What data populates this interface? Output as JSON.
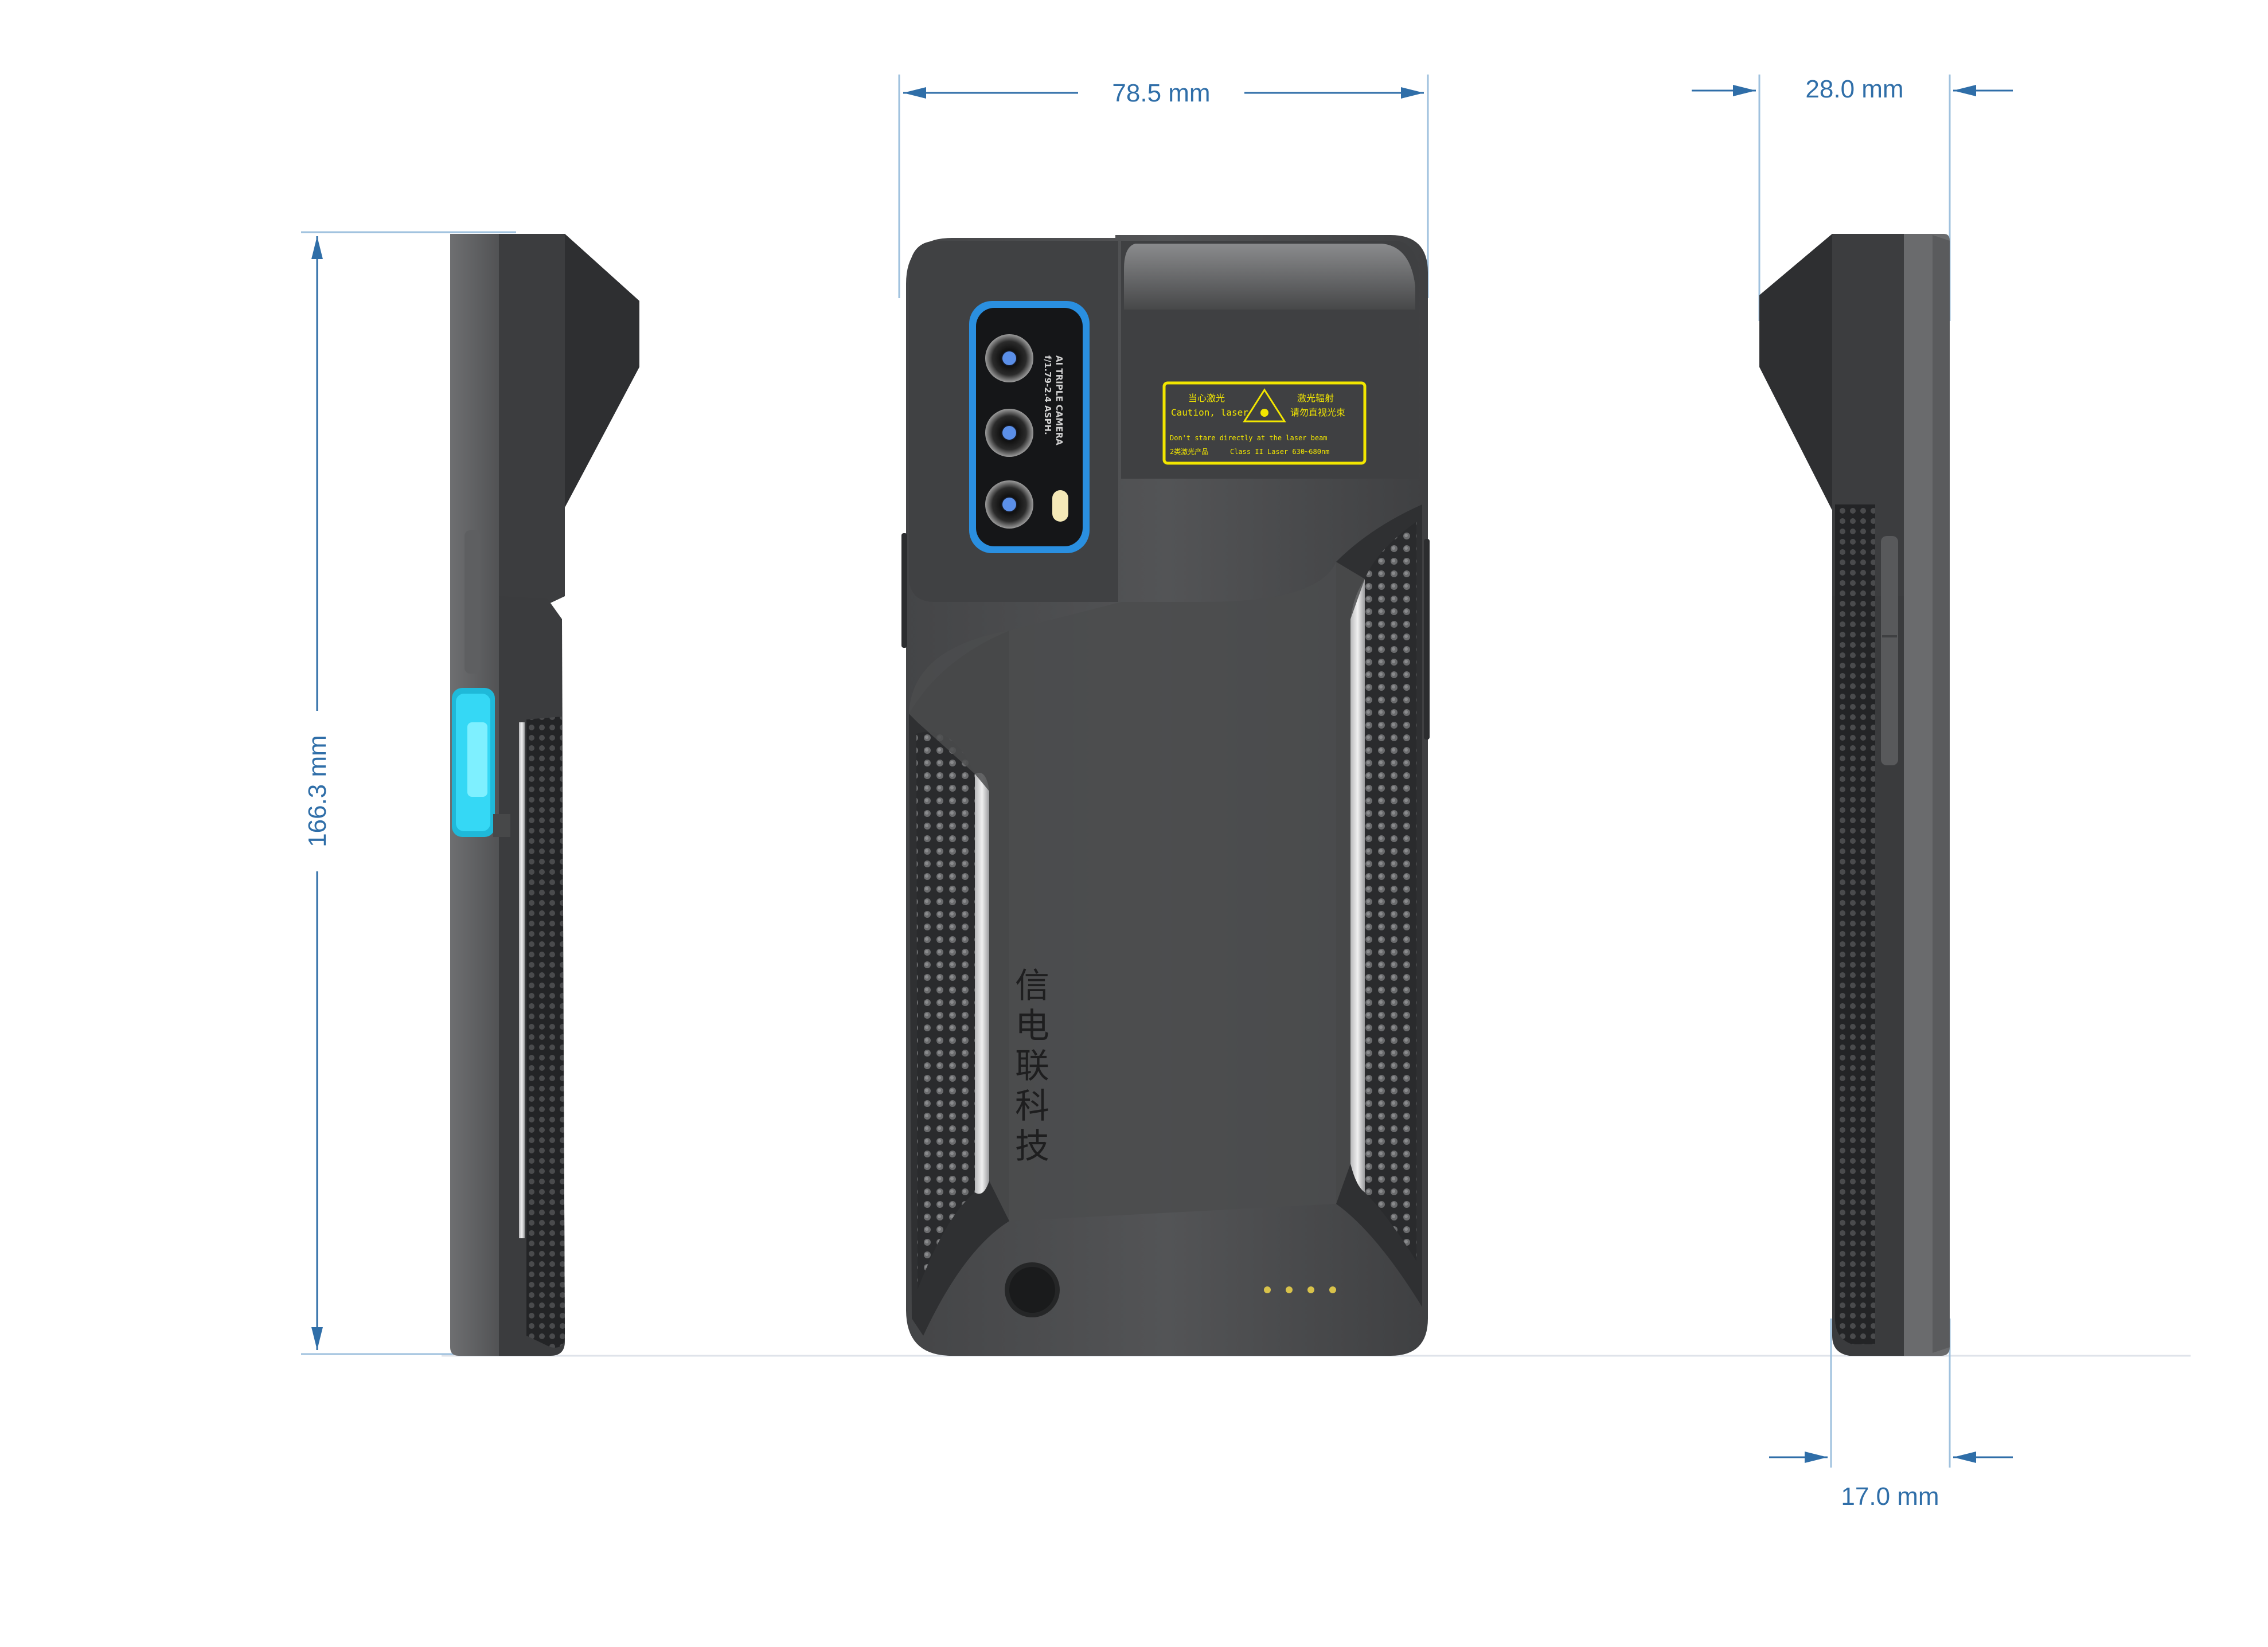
{
  "colors": {
    "dimension_blue": "#2f6ea8",
    "case_dark": "#3a3b3d",
    "case_mid": "#505153",
    "case_light": "#6c6d6f",
    "camera_ring": "#3a9bea",
    "laser_label": "#f2e600",
    "button_cyan": "#27d3f2"
  },
  "dimensions": {
    "width": "78.5 mm",
    "thickness_top": "28.0 mm",
    "height": "166.3 mm",
    "thickness_bottom": "17.0 mm"
  },
  "brand_text": [
    "信",
    "电",
    "联",
    "科",
    "技"
  ],
  "camera_text": {
    "line1": "AI TRIPLE CAMERA",
    "line2": "f/1.79-2.4 ASPH."
  },
  "laser_label": {
    "cn_left": "当心激光",
    "en_left": "Caution, laser",
    "cn_right1": "激光辐射",
    "cn_right2": "请勿直视光束",
    "en_line": "Don't stare directly at the laser beam",
    "cn_class": "2类激光产品",
    "en_class": "Class II Laser 630~680nm"
  },
  "icons": [
    "laser-warning-icon",
    "camera-lens-icon",
    "flash-icon",
    "fingerprint-button-icon",
    "pogo-pin-icon"
  ]
}
